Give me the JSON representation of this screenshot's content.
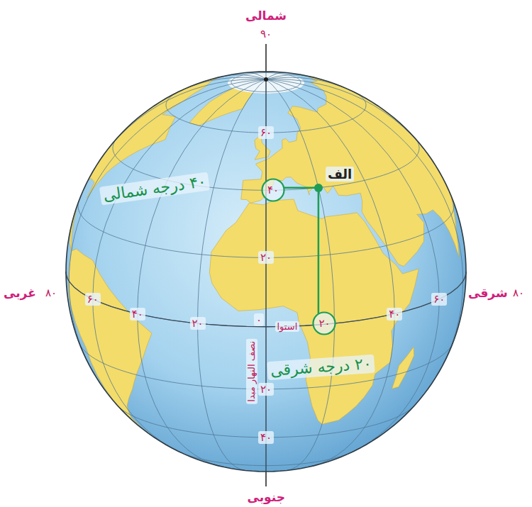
{
  "diagram": {
    "nodes": [
      {
        "text": [
          "الف"
        ]
      },
      {
        "text": [
          "۴۰"
        ]
      },
      {
        "text": [
          "۲۰"
        ]
      }
    ],
    "edges": [
      {
        "from": 0,
        "to": 1,
        "arrow": "none"
      },
      {
        "from": 0,
        "to": 2,
        "arrow": "none"
      }
    ],
    "labels": [
      "شمالی",
      "۹۰",
      "۶۰",
      "۲۰",
      "غربی",
      "۸۰",
      "۶۰",
      "۴۰",
      "۲۰",
      "۰",
      "استوا",
      "۴۰",
      "۶۰",
      "۸۰",
      "شرقی",
      "نصف النهار مبدا",
      "۲۰",
      "۴۰",
      "جنوبی",
      "۴۰ درجه شمالی",
      "۲۰ درجه شرقی"
    ]
  }
}
